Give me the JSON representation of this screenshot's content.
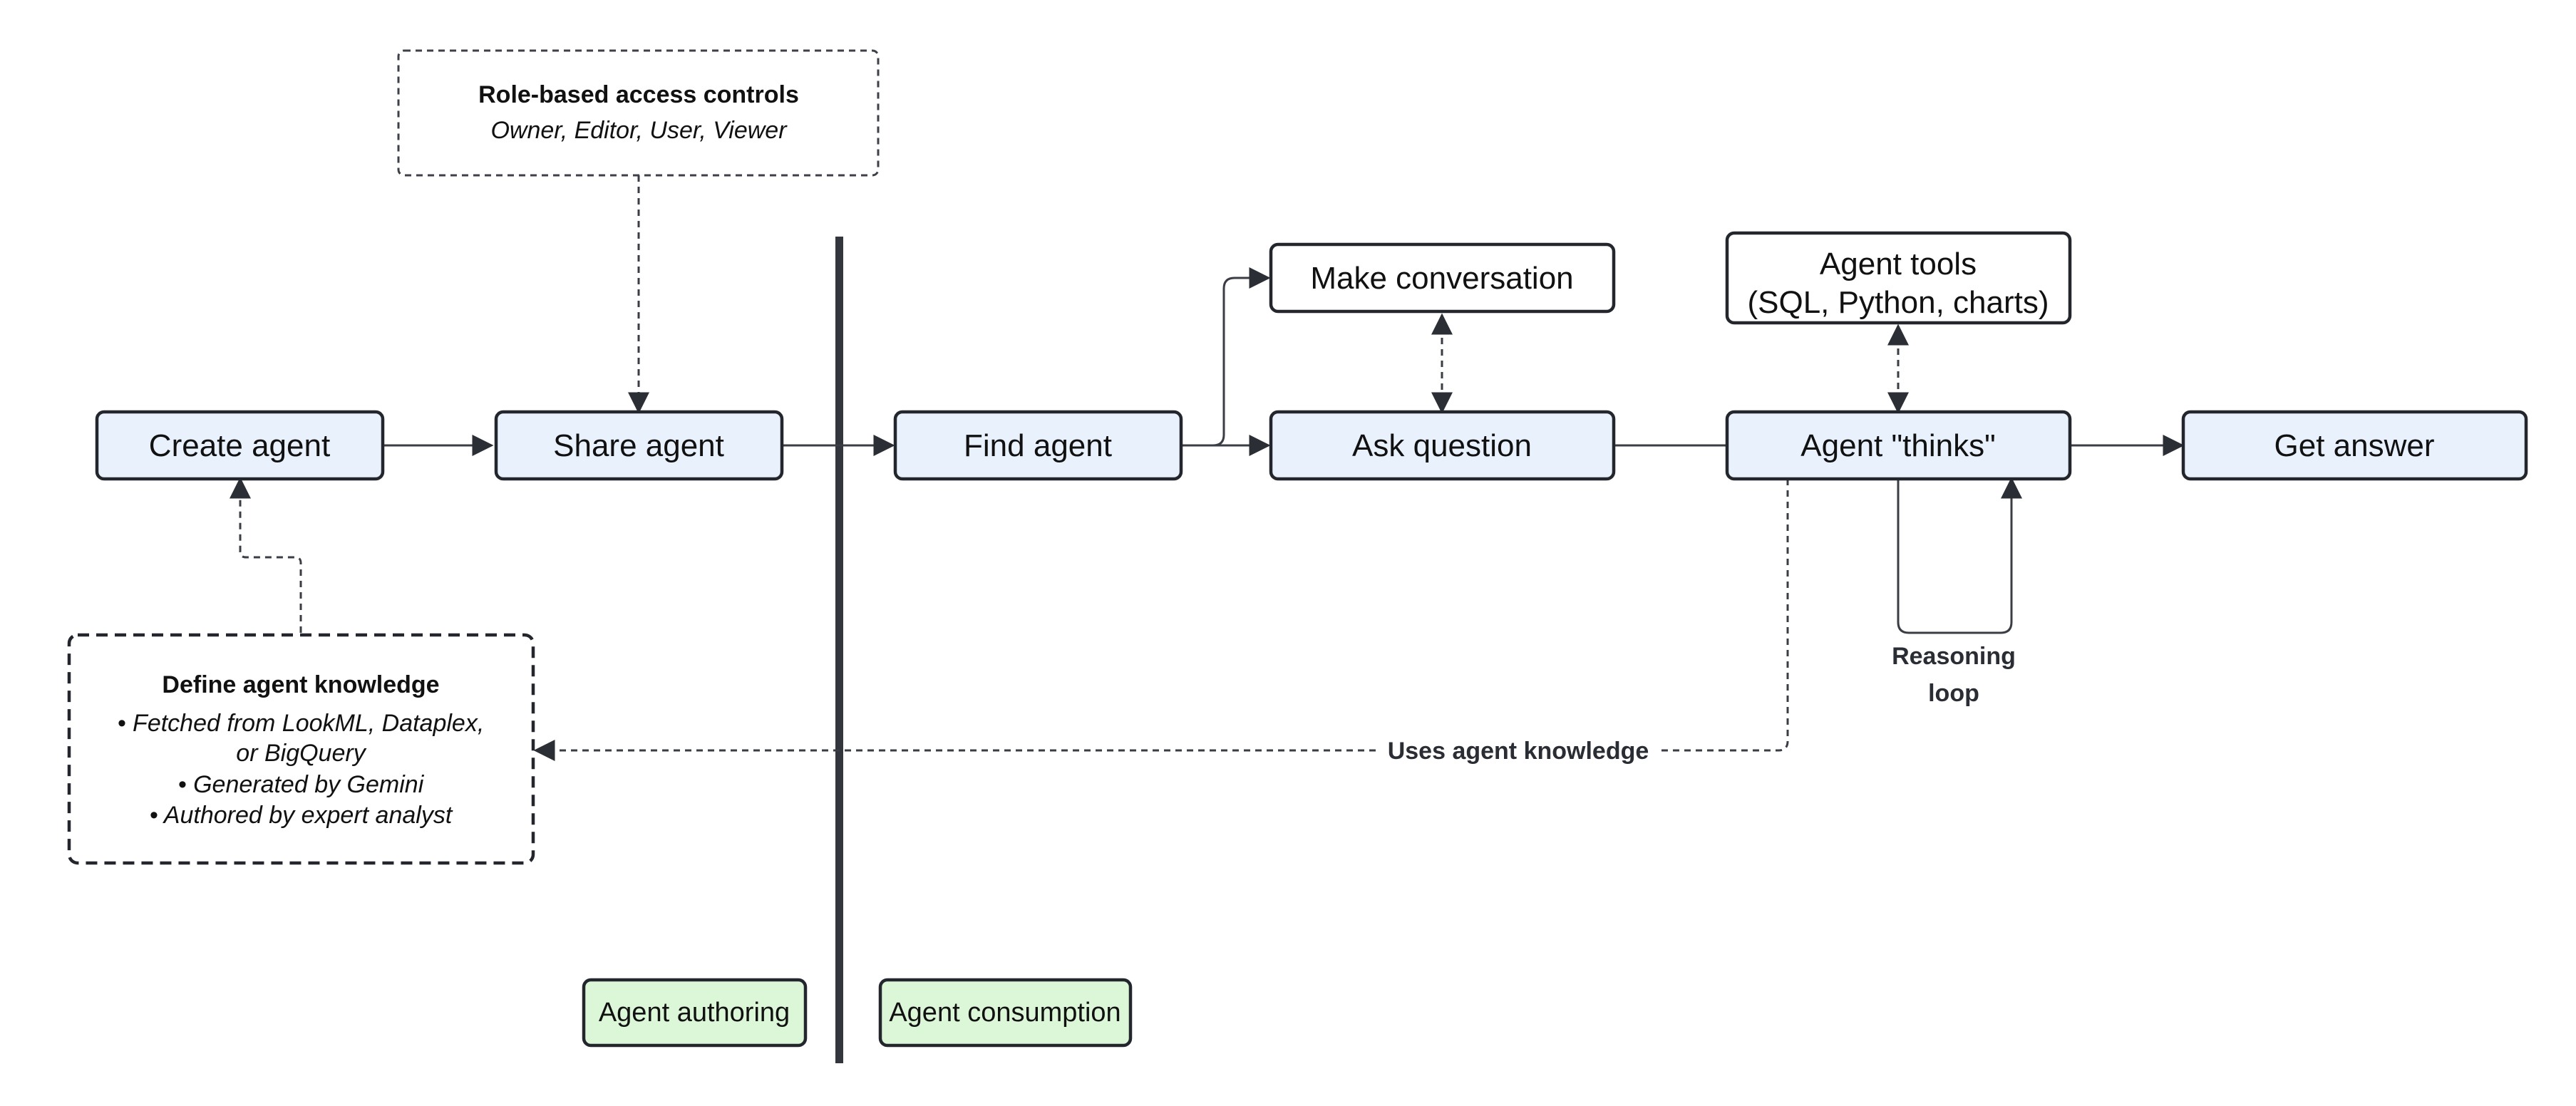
{
  "nodes": {
    "create_agent": "Create agent",
    "share_agent": "Share agent",
    "find_agent": "Find agent",
    "make_conversation": "Make conversation",
    "ask_question": "Ask question",
    "agent_tools_line1": "Agent tools",
    "agent_tools_line2": "(SQL, Python, charts)",
    "agent_thinks": "Agent \"thinks\"",
    "get_answer": "Get answer"
  },
  "access_note": {
    "title": "Role-based access controls",
    "roles": "Owner, Editor, User, Viewer"
  },
  "knowledge_note": {
    "title": "Define agent knowledge",
    "lines": [
      "• Fetched from LookML, Dataplex,",
      "or BigQuery",
      "• Generated by Gemini",
      "• Authored by expert analyst"
    ]
  },
  "edge_labels": {
    "uses_knowledge": "Uses agent knowledge",
    "reasoning_line1": "Reasoning",
    "reasoning_line2": "loop"
  },
  "phases": {
    "authoring": "Agent authoring",
    "consumption": "Agent consumption"
  },
  "colors": {
    "node_fill": "#e8f1fc",
    "phase_fill": "#dcf7d7",
    "stroke": "#23262d"
  }
}
